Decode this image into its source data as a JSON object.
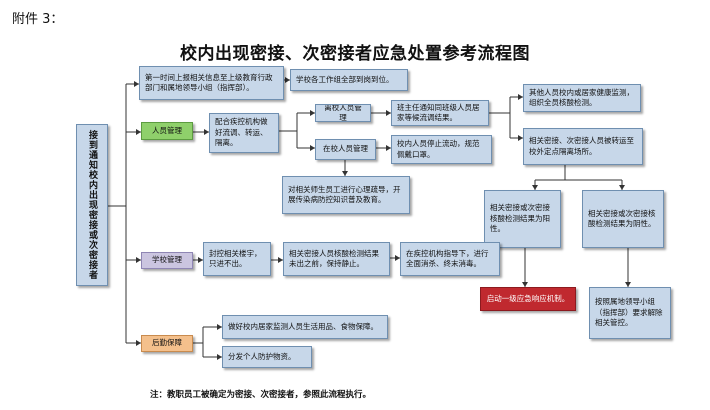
{
  "header": {
    "attachment": "附件 3：",
    "title": "校内出现密接、次密接者应急处置参考流程图"
  },
  "nodes": {
    "main": "接到通知校内出现密接或次密接者",
    "report": "第一时间上报相关信息至上级教育行政部门和属地领导小组（指挥部）。",
    "all_staff": "学校各工作组全部到岗到位。",
    "personnel": "人员管理",
    "cooperate": "配合疾控机构做好流调、转运、隔离。",
    "off_campus": "离校人员管理",
    "notify": "班主任通知同班级人员居家等候流调结果。",
    "on_campus": "在校人员管理",
    "stop_flow": "校内人员停止流动，规范佩戴口罩。",
    "health_monitor": "其他人员校内或居家健康监测，组织全员核酸检测。",
    "transfer": "相关密接、次密接人员被转运至校外定点隔离场所。",
    "psych": "对相关师生员工进行心理疏导，开展传染病防控知识普及教育。",
    "positive": "相关密接或次密接核酸检测结果为阳性。",
    "negative": "相关密接或次密接核酸检测结果为阴性。",
    "emergency": "启动一级应急响应机制。",
    "lift": "按照属地领导小组（指挥部）要求解除相关管控。",
    "school_mgmt": "学校管理",
    "seal": "封控相关楼宇，只进不出。",
    "until_result": "相关密接人员核酸检测结果未出之前，保持静止。",
    "disinfect": "在疾控机构指导下，进行全面消杀、终末消毒。",
    "logistics": "后勤保障",
    "supplies": "做好校内居家监测人员生活用品、食物保障。",
    "ppe": "分发个人防护物资。"
  },
  "footnote": "注：教职员工被确定为密接、次密接者，参照此流程执行。",
  "colors": {
    "box_fill": "#c7d7e9",
    "personnel": "#8fd06b",
    "school_mgmt": "#cbc5e0",
    "logistics": "#f4c08c",
    "emergency": "#c0292f"
  }
}
